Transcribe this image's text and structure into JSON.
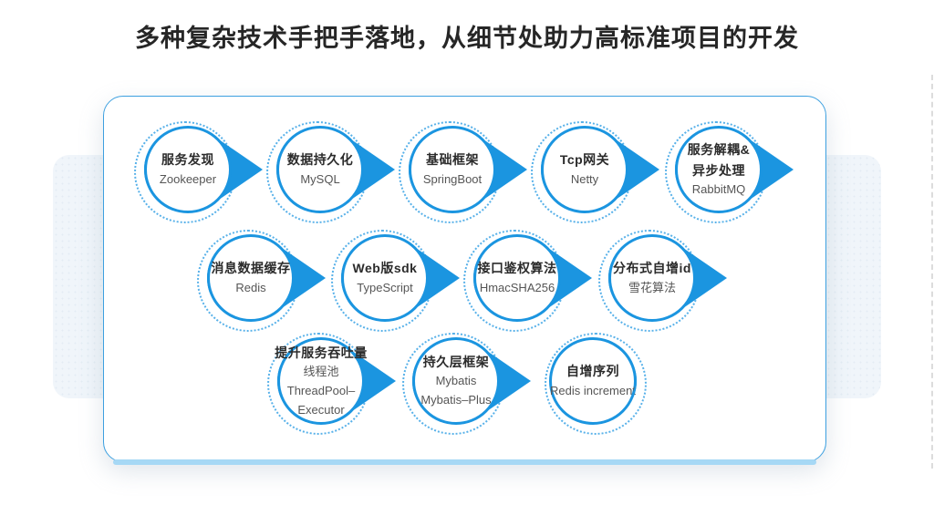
{
  "page": {
    "title_text": "多种复杂技术手把手落地，从细节处助力高标准项目的开发"
  },
  "colors": {
    "accent_blue": "#1b95e0",
    "dotted_ring_blue": "#58b1e9",
    "card_border_blue": "#3da0e0",
    "card_bottom_bar_blue": "#a6d8f5",
    "band_background": "#f0f5fa",
    "title_text": "#262626",
    "bubble_title_text": "#2b2b2b",
    "bubble_subtitle_text": "#555555"
  },
  "bubbles": [
    {
      "name": "zookeeper",
      "t1": "服务发现",
      "s1": "Zookeeper",
      "arrow": true
    },
    {
      "name": "mysql",
      "t1": "数据持久化",
      "s1": "MySQL",
      "arrow": true
    },
    {
      "name": "springboot",
      "t1": "基础框架",
      "s1": "SpringBoot",
      "arrow": true
    },
    {
      "name": "netty",
      "t1": "Tcp网关",
      "s1": "Netty",
      "arrow": true
    },
    {
      "name": "rabbitmq",
      "t1": "服务解耦&",
      "t2": "异步处理",
      "s1": "RabbitMQ",
      "arrow": true
    },
    {
      "name": "redis",
      "t1": "消息数据缓存",
      "s1": "Redis",
      "arrow": true
    },
    {
      "name": "typescript",
      "t1": "Web版sdk",
      "s1": "TypeScript",
      "arrow": true
    },
    {
      "name": "hmacsha256",
      "t1": "接口鉴权算法",
      "s1": "HmacSHA256",
      "arrow": true
    },
    {
      "name": "snowflake-id",
      "t1": "分布式自增id",
      "s1": "雪花算法",
      "arrow": true
    },
    {
      "name": "threadpool",
      "t1": "提升服务吞吐量",
      "s1": "线程池",
      "s2": "ThreadPool–",
      "s3": "Executor",
      "arrow": true
    },
    {
      "name": "mybatis",
      "t1": "持久层框架",
      "s1": "Mybatis",
      "s2": "Mybatis–Plus",
      "arrow": true
    },
    {
      "name": "redis-increment",
      "t1": "自增序列",
      "s1": "Redis increment",
      "arrow": false
    }
  ]
}
